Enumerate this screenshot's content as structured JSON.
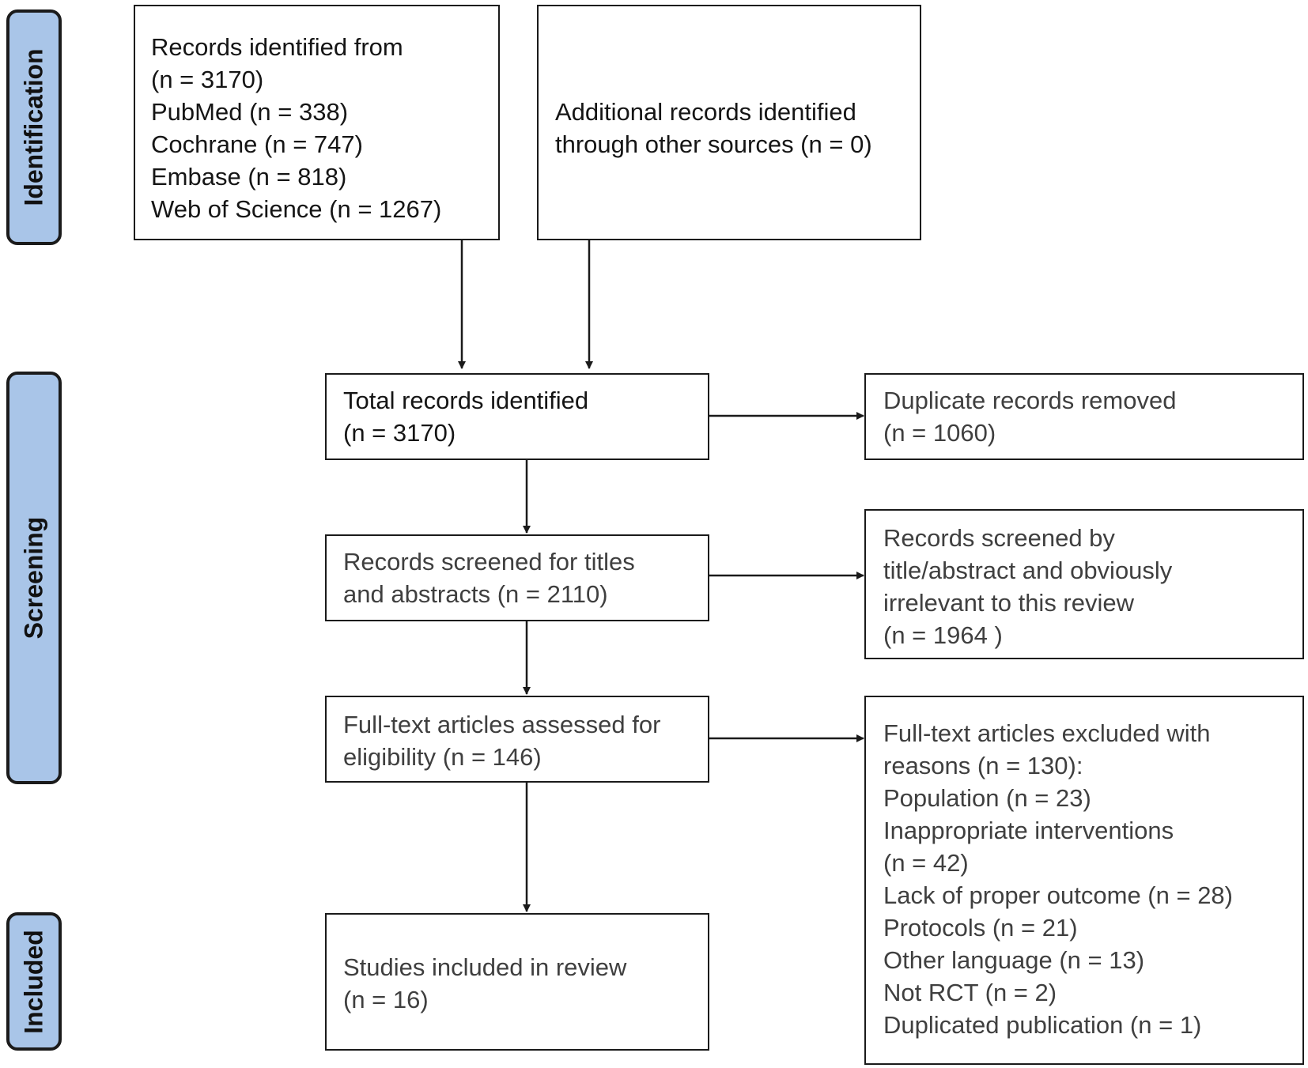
{
  "phases": {
    "identification": "Identification",
    "screening": "Screening",
    "included": "Included"
  },
  "boxes": {
    "records_identified": {
      "lines": [
        "Records identified from",
        "(n = 3170)",
        "PubMed (n = 338)",
        "Cochrane (n = 747)",
        "Embase (n = 818)",
        "Web of Science (n = 1267)"
      ]
    },
    "additional_records": {
      "lines": [
        "Additional records identified",
        "through other sources (n = 0)"
      ]
    },
    "total_records": {
      "lines": [
        "Total records identified",
        "(n = 3170)"
      ]
    },
    "duplicates_removed": {
      "lines": [
        "Duplicate records removed",
        "(n = 1060)"
      ]
    },
    "screened": {
      "lines": [
        "Records screened for titles",
        "and abstracts (n = 2110)"
      ]
    },
    "screened_excluded": {
      "lines": [
        "Records screened by",
        "title/abstract and obviously",
        "irrelevant to this review",
        "(n = 1964 )"
      ]
    },
    "full_text": {
      "lines": [
        "Full-text articles assessed for",
        "eligibility (n = 146)"
      ]
    },
    "full_text_excluded": {
      "lines": [
        "Full-text articles excluded with",
        "reasons (n = 130):",
        "Population (n = 23)",
        "Inappropriate interventions",
        "(n = 42)",
        "Lack of proper outcome (n = 28)",
        "Protocols (n = 21)",
        "Other language (n = 13)",
        "Not RCT (n = 2)",
        "Duplicated publication (n = 1)"
      ]
    },
    "included": {
      "lines": [
        "Studies included in review",
        "(n = 16)"
      ]
    }
  }
}
